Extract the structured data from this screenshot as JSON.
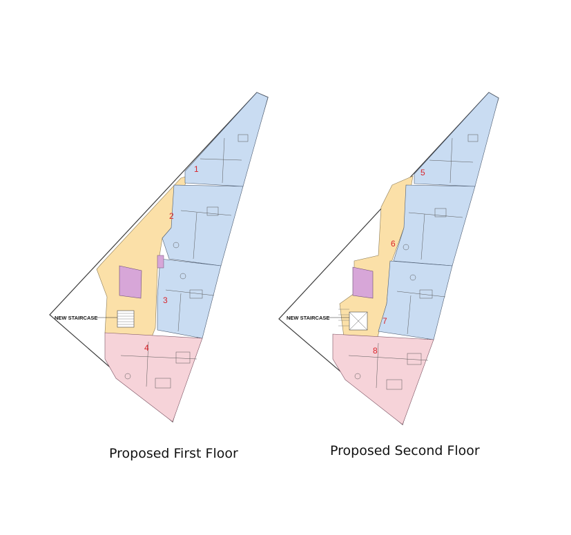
{
  "plans": [
    {
      "caption": "Proposed First Floor",
      "staircase_label": "NEW STAIRCASE",
      "units": [
        "1",
        "2",
        "3",
        "4"
      ]
    },
    {
      "caption": "Proposed Second Floor",
      "staircase_label": "NEW STAIRCASE",
      "units": [
        "5",
        "6",
        "7",
        "8"
      ]
    }
  ],
  "colors": {
    "outline": "#3a3a3a",
    "blue_units": "#c9dcf2",
    "circulation": "#fbe0a8",
    "lift": "#d7a6d8",
    "pink_unit": "#f6d3d9",
    "unit_number": "#d8232a"
  }
}
